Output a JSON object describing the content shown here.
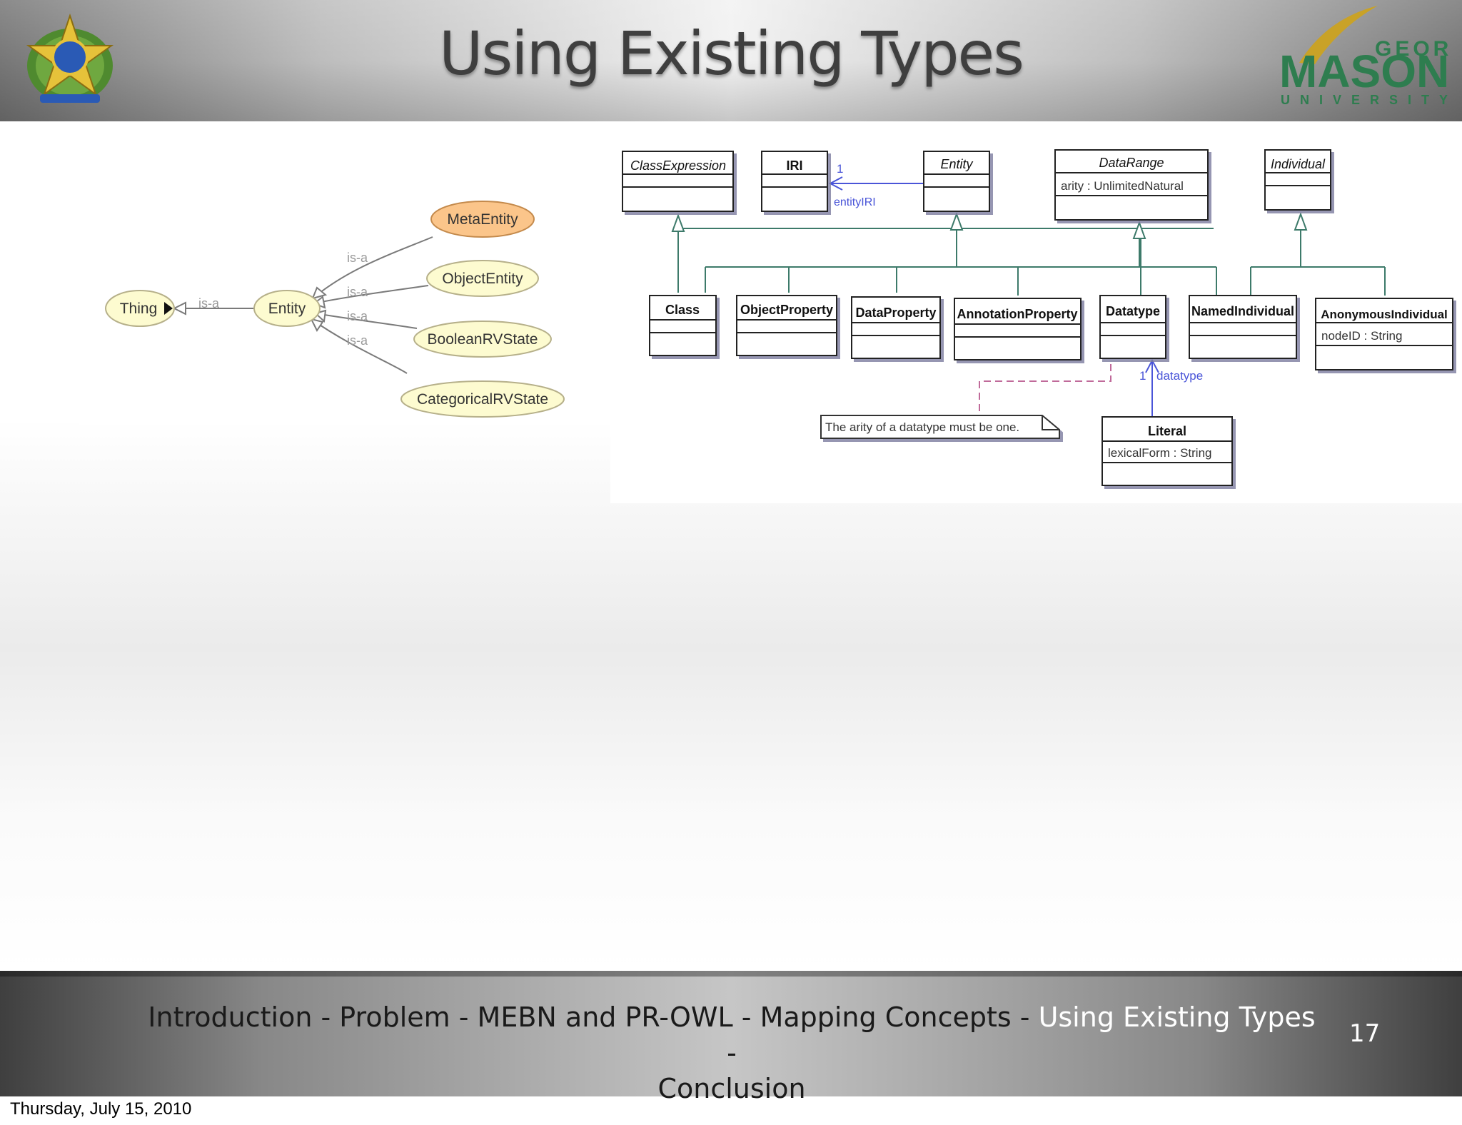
{
  "slide": {
    "title": "Using Existing Types",
    "number": "17",
    "printed_date": "Thursday, July 15, 2010"
  },
  "header": {
    "left_logo": "brazil-coat-of-arms",
    "right_logo": {
      "name": "george-mason-university-logo",
      "line1": "GEORGE",
      "line2": "MASON",
      "line3": "UNIVERSITY",
      "color": "#2e7d4f",
      "accent": "#c9a227"
    }
  },
  "footer_nav": {
    "items": [
      "Introduction",
      "Problem",
      "MEBN and PR-OWL",
      "Mapping Concepts",
      "Using Existing Types",
      "Conclusion"
    ],
    "separator": " - ",
    "current": "Using Existing Types",
    "current_color": "#ffffff"
  },
  "ontology_graph": {
    "nodes": {
      "thing": "Thing",
      "entity": "Entity",
      "meta_entity": "MetaEntity",
      "object_entity": "ObjectEntity",
      "boolean_rv_state": "BooleanRVState",
      "categorical_rv_state": "CategoricalRVState"
    },
    "edge_label": "is-a",
    "colors": {
      "node_fill": "#fdfbd0",
      "highlight_fill": "#fbc58a",
      "edge": "#7a7a7a"
    }
  },
  "uml": {
    "classes": {
      "class_expression": "ClassExpression",
      "iri": "IRI",
      "entity": "Entity",
      "data_range": "DataRange",
      "individual": "Individual",
      "class": "Class",
      "object_property": "ObjectProperty",
      "data_property": "DataProperty",
      "annotation_property": "AnnotationProperty",
      "datatype": "Datatype",
      "named_individual": "NamedIndividual",
      "anonymous_individual": "AnonymousIndividual",
      "literal": "Literal"
    },
    "attributes": {
      "data_range": "arity : UnlimitedNatural",
      "anonymous_individual": "nodeID : String",
      "literal": "lexicalForm : String"
    },
    "associations": {
      "entity_iri_multiplicity": "1",
      "entity_iri_role": "entityIRI",
      "literal_datatype_multiplicity": "1",
      "literal_datatype_role": "datatype"
    },
    "note": "The arity of a datatype must be one.",
    "colors": {
      "line": "#3d7a6a",
      "assoc": "#4a55d8",
      "note_link": "#c06a9a"
    }
  }
}
